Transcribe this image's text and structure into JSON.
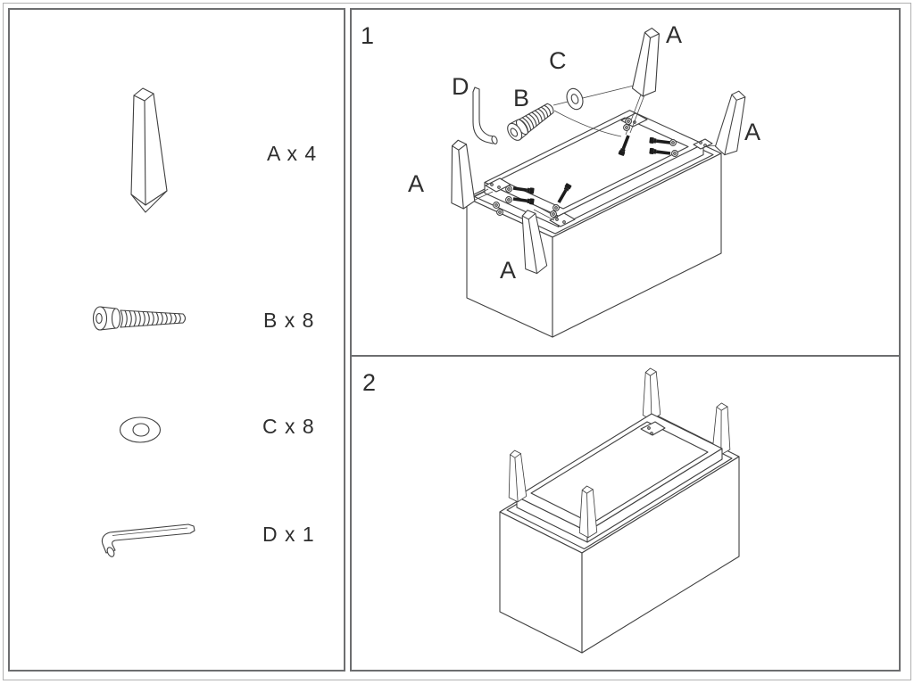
{
  "page": {
    "background": "#ffffff",
    "outer_frame_color": "#b0b0b0",
    "panel_border_color": "#6d6e70",
    "line_color": "#404040"
  },
  "parts_panel": {
    "items": [
      {
        "part": "leg",
        "id": "A",
        "quantity": 4,
        "label": "A x 4"
      },
      {
        "part": "bolt",
        "id": "B",
        "quantity": 8,
        "label": "B x 8"
      },
      {
        "part": "washer",
        "id": "C",
        "quantity": 8,
        "label": "C x 8"
      },
      {
        "part": "allen-key",
        "id": "D",
        "quantity": 1,
        "label": "D x 1"
      }
    ]
  },
  "step1": {
    "number": "1",
    "callouts": {
      "d": "D",
      "b": "B",
      "c": "C",
      "a_top": "A",
      "a_right": "A",
      "a_left": "A",
      "a_bottom": "A"
    }
  },
  "step2": {
    "number": "2"
  }
}
